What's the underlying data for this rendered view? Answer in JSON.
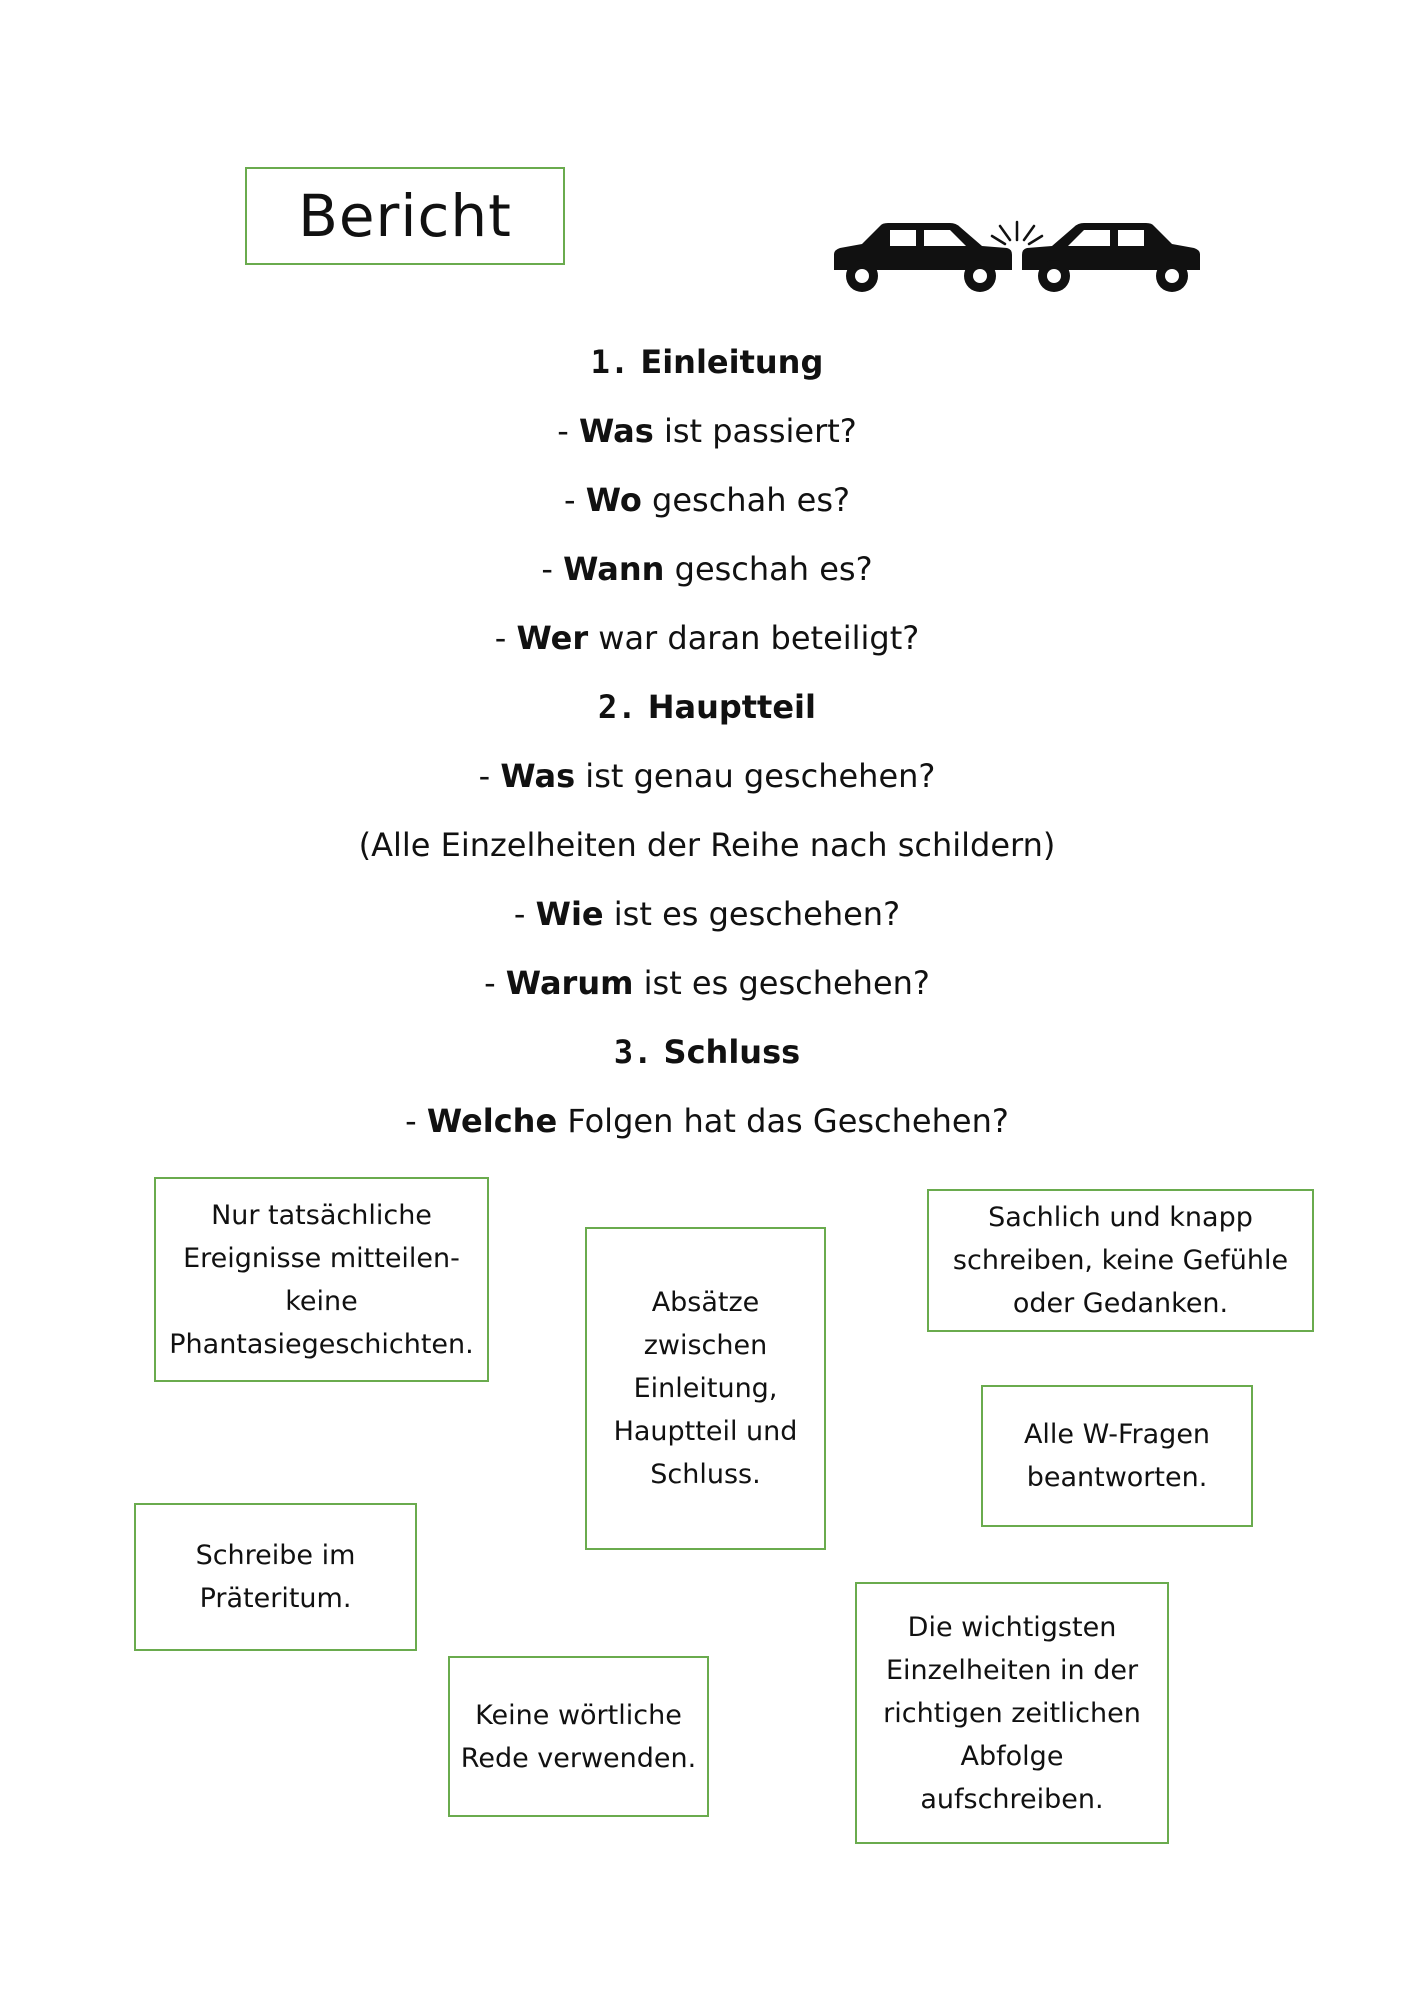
{
  "title": "Bericht",
  "icons": {
    "illustration": "car-crash-icon"
  },
  "sections": [
    {
      "number": "1.",
      "heading": "Einleitung",
      "lines": [
        {
          "prefix": "- ",
          "bold": "Was",
          "rest": " ist passiert?"
        },
        {
          "prefix": "- ",
          "bold": "Wo",
          "rest": " geschah es?"
        },
        {
          "prefix": "- ",
          "bold": "Wann",
          "rest": " geschah es?"
        },
        {
          "prefix": "- ",
          "bold": "Wer",
          "rest": " war daran beteiligt?"
        }
      ]
    },
    {
      "number": "2.",
      "heading": "Hauptteil",
      "lines": [
        {
          "prefix": "- ",
          "bold": "Was",
          "rest": " ist genau geschehen?"
        },
        {
          "prefix": "",
          "bold": "",
          "rest": "(Alle Einzelheiten der Reihe nach schildern)"
        },
        {
          "prefix": "- ",
          "bold": "Wie",
          "rest": " ist es geschehen?"
        },
        {
          "prefix": "- ",
          "bold": "Warum",
          "rest": " ist es geschehen?"
        }
      ]
    },
    {
      "number": "3.",
      "heading": "Schluss",
      "lines": [
        {
          "prefix": "- ",
          "bold": "Welche",
          "rest": " Folgen hat das Geschehen?"
        }
      ]
    }
  ],
  "notes": [
    "Nur tatsächliche\nEreignisse mitteilen-\nkeine\nPhantasiegeschichten.",
    "Absätze\nzwischen\nEinleitung,\nHauptteil und\nSchluss.",
    "Sachlich und knapp\nschreiben, keine Gefühle\noder Gedanken.",
    "Alle W-Fragen\nbeantworten.",
    "Schreibe im\nPräteritum.",
    "Keine wörtliche\nRede verwenden.",
    "Die wichtigsten\nEinzelheiten in der\nrichtigen zeitlichen\nAbfolge\naufschreiben."
  ],
  "colors": {
    "box_border": "#6aab4e",
    "text": "#111111"
  }
}
